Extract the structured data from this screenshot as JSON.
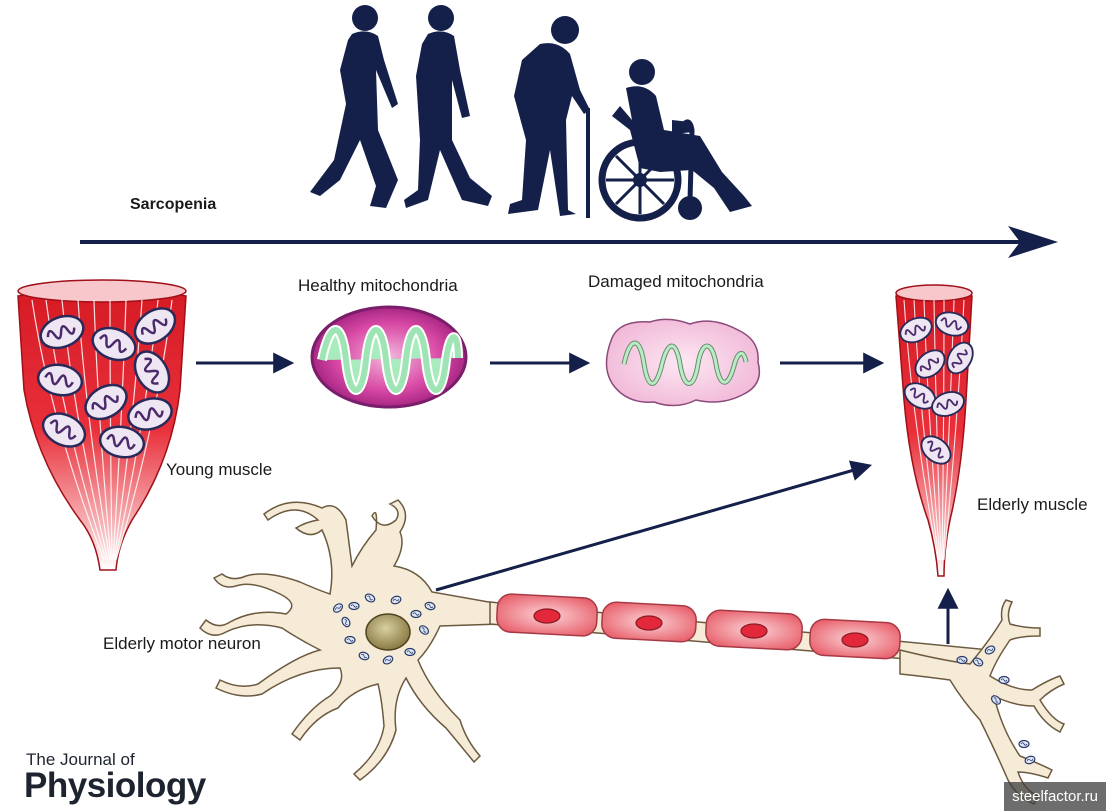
{
  "labels": {
    "sarcopenia": "Sarcopenia",
    "healthy_mito": "Healthy mitochondria",
    "damaged_mito": "Damaged mitochondria",
    "young_muscle": "Young muscle",
    "elderly_muscle": "Elderly muscle",
    "motor_neuron": "Elderly motor neuron"
  },
  "journal": {
    "line1": "The Journal of",
    "line2": "Physiology"
  },
  "watermark": "steelfactor.ru",
  "icons": [
    "walking-person-icon",
    "walking-person-icon",
    "person-with-cane-icon",
    "person-in-wheelchair-icon"
  ],
  "colors": {
    "navy": "#14204a",
    "muscle_red": "#e0202a",
    "mito_purple": "#7a1d6a",
    "mito_magenta": "#d63a9a",
    "mito_green": "#9ee3b2",
    "neuron_fill": "#f6ebd6",
    "myelin": "#ec6f78"
  }
}
